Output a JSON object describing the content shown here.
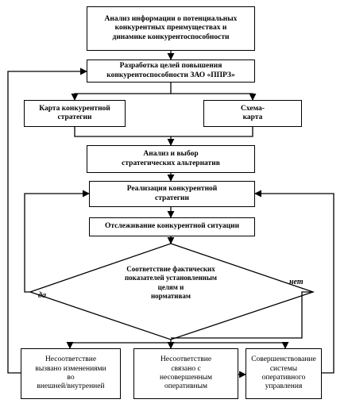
{
  "nodes": {
    "analysis": "Анализ информации о потенциальных\nконкурентных преимуществах и\nдинамике конкурентоспособности",
    "goals": "Разработка целей повышения\nконкурентоспособности ЗАО «ППРЗ»",
    "strategy_map": "Карта конкурентной\nстратегии",
    "scheme_map": "Схема-\nкарта",
    "choice": "Анализ и выбор\nстратегических альтернатив",
    "implementation": "Реализация конкурентной\nстратегии",
    "tracking": "Отслеживание конкурентной ситуации",
    "decision": "Соответствие фактических\nпоказателей установленным\nцелям и\nнормативам",
    "mismatch_external": "Несоответствие\nвызвано изменениями\nво\nвнешней/внутренней",
    "mismatch_operational": "Несоответствие\nсвязано с\nнесовершенным\nоперативным",
    "improvement": "Совершенствование\nсистемы\nоперативного\nуправления"
  },
  "branches": {
    "yes": "да",
    "no": "нет"
  }
}
